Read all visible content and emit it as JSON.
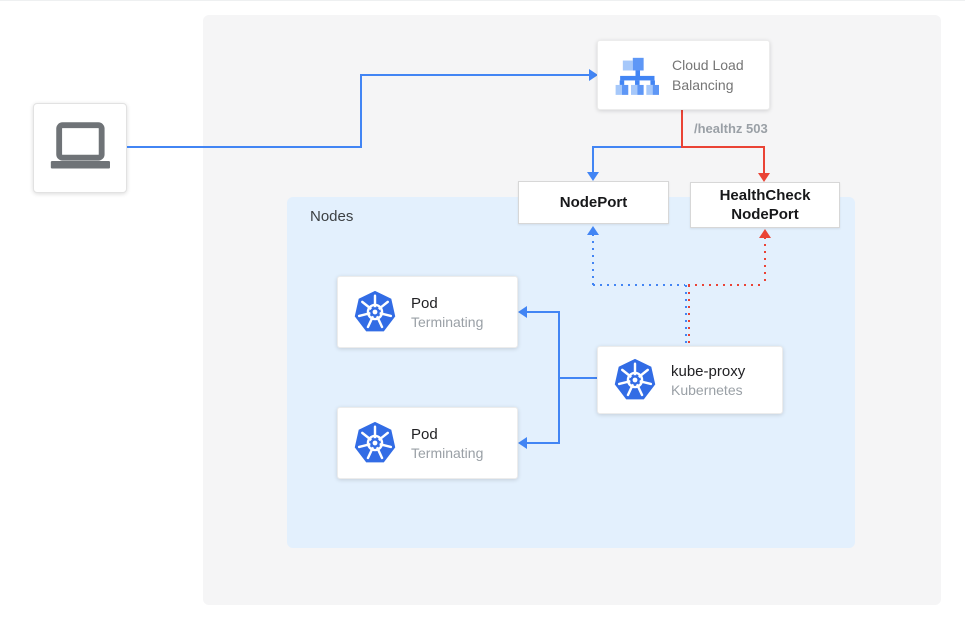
{
  "colors": {
    "arrow_blue": "#4285F4",
    "arrow_red": "#EA4335",
    "kubernetes_blue": "#326CE5",
    "nodes_container_bg": "#E3F0FD",
    "panel_bg": "#F5F5F6",
    "secondary_text": "#9AA0A6"
  },
  "labels": {
    "healthz": "/healthz 503",
    "nodes": "Nodes"
  },
  "boxes": {
    "client": {
      "icon": "laptop-icon"
    },
    "cloud_load_balancing": {
      "label": "Cloud Load Balancing",
      "icon": "load-balancer-icon"
    },
    "nodeport": {
      "label": "NodePort"
    },
    "healthcheck_nodeport": {
      "line1": "HealthCheck",
      "line2": "NodePort"
    },
    "pod1": {
      "title": "Pod",
      "status": "Terminating",
      "icon": "kubernetes-icon"
    },
    "pod2": {
      "title": "Pod",
      "status": "Terminating",
      "icon": "kubernetes-icon"
    },
    "kube_proxy": {
      "title": "kube-proxy",
      "subtitle": "Kubernetes",
      "icon": "kubernetes-icon"
    }
  }
}
